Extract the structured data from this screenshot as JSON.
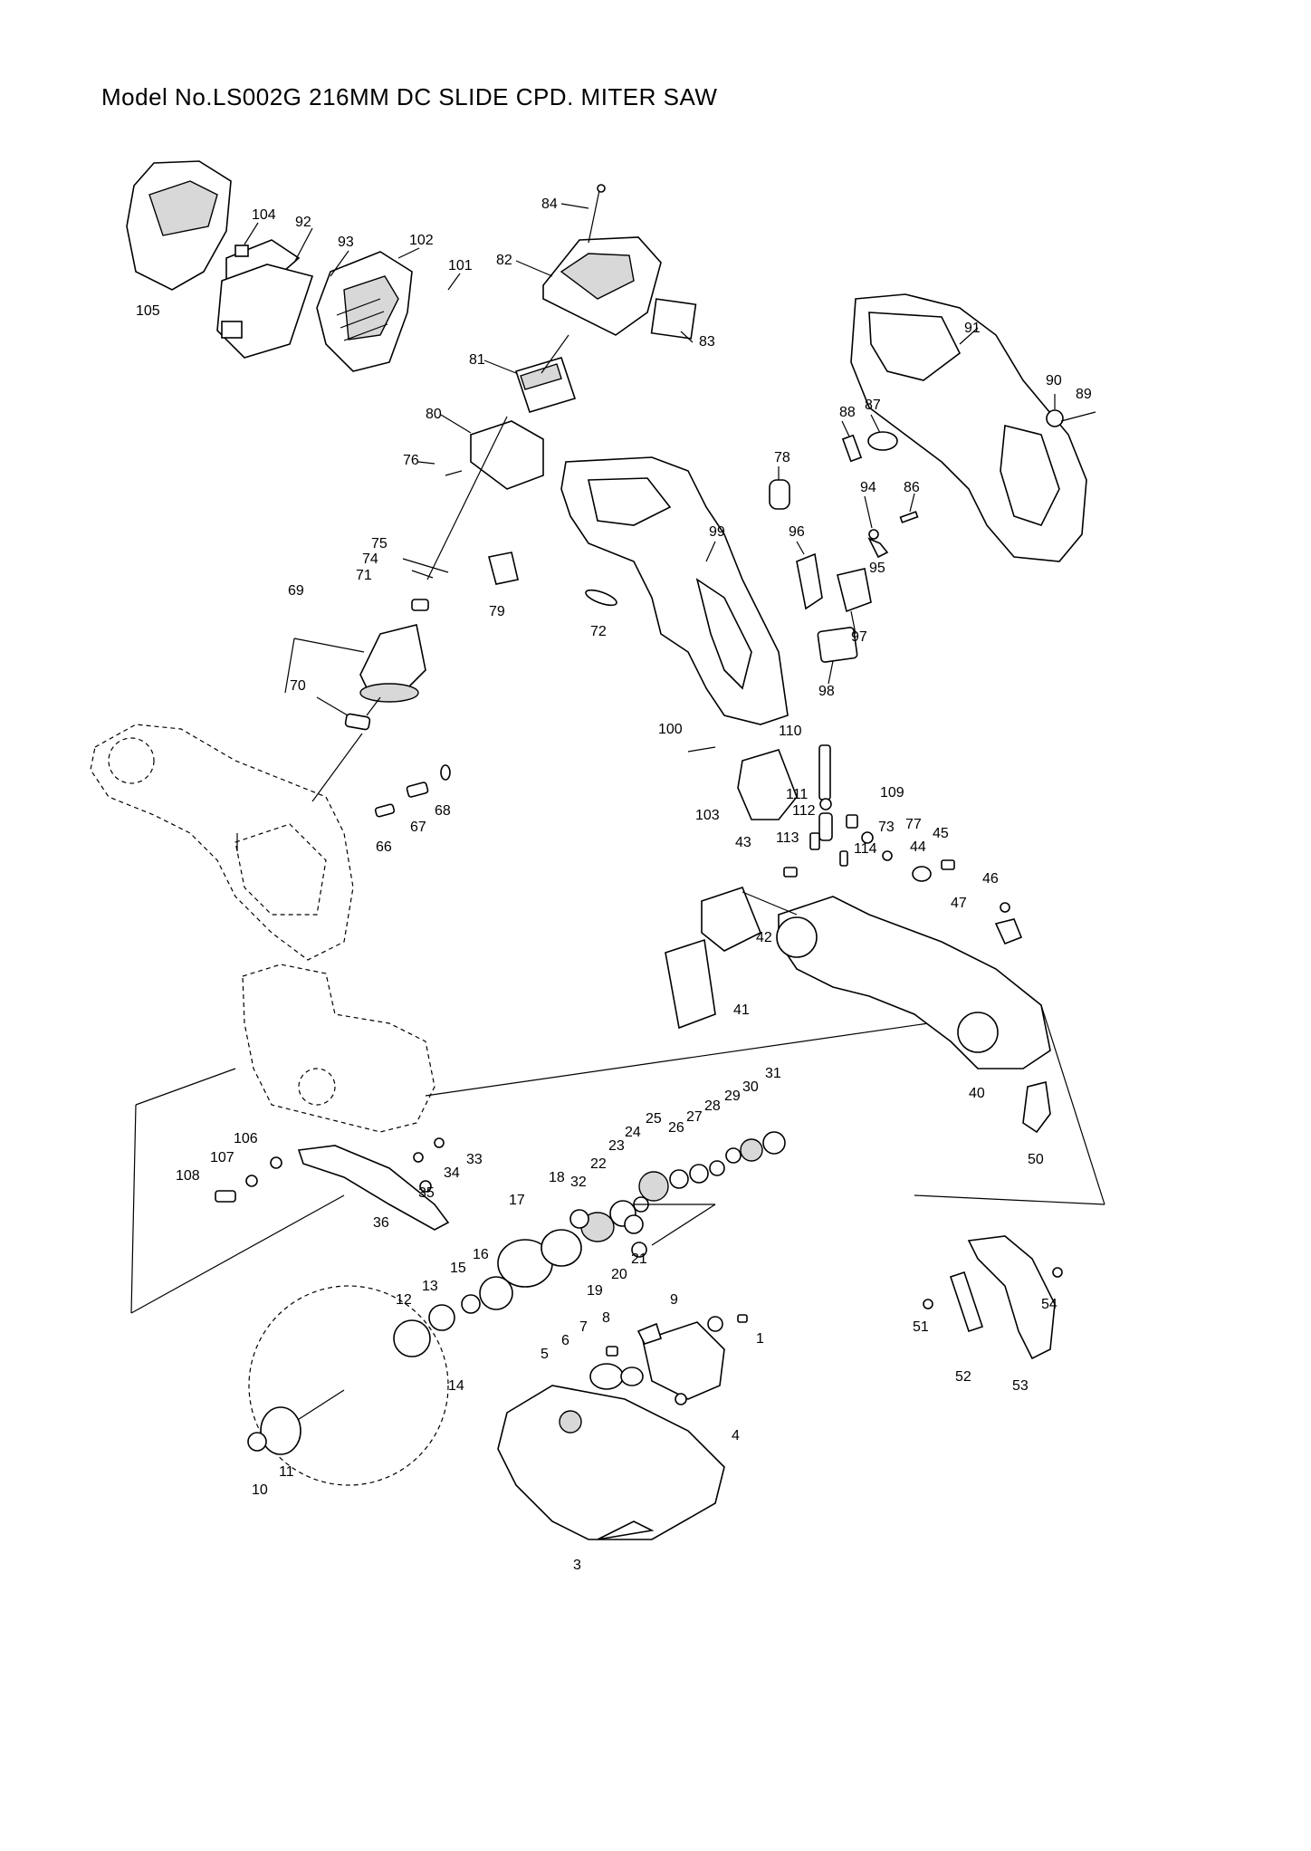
{
  "header": {
    "title": "Model No.LS002G 216MM DC SLIDE CPD. MITER SAW"
  },
  "diagram": {
    "callouts": [
      "1",
      "3",
      "4",
      "5",
      "6",
      "7",
      "8",
      "9",
      "10",
      "11",
      "12",
      "13",
      "14",
      "15",
      "16",
      "17",
      "18",
      "19",
      "20",
      "21",
      "22",
      "23",
      "24",
      "25",
      "26",
      "27",
      "28",
      "29",
      "30",
      "31",
      "32",
      "33",
      "34",
      "35",
      "36",
      "40",
      "41",
      "42",
      "43",
      "44",
      "45",
      "46",
      "47",
      "50",
      "51",
      "52",
      "53",
      "54",
      "66",
      "67",
      "68",
      "69",
      "70",
      "71",
      "72",
      "73",
      "74",
      "75",
      "76",
      "77",
      "78",
      "79",
      "80",
      "81",
      "82",
      "83",
      "84",
      "86",
      "87",
      "88",
      "89",
      "90",
      "91",
      "92",
      "93",
      "94",
      "95",
      "96",
      "97",
      "98",
      "99",
      "100",
      "101",
      "102",
      "103",
      "104",
      "105",
      "106",
      "107",
      "108",
      "109",
      "110",
      "111",
      "112",
      "113",
      "114"
    ]
  }
}
